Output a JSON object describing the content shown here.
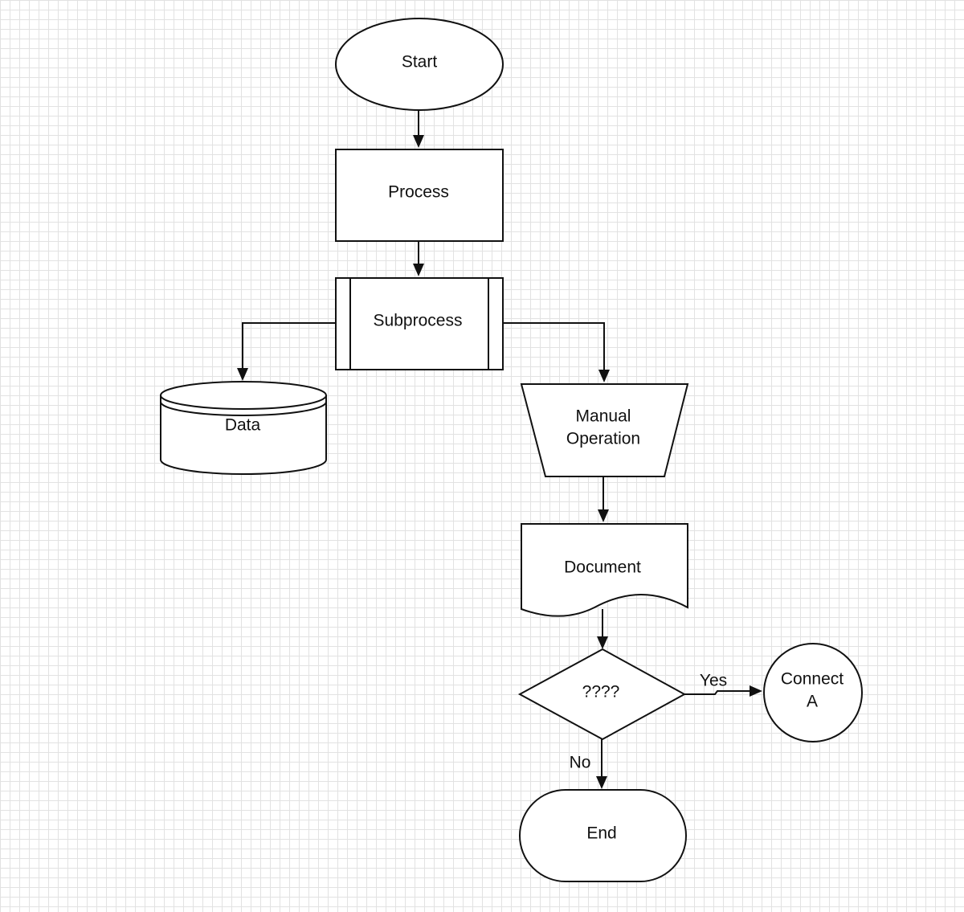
{
  "diagram": {
    "nodes": {
      "start": {
        "label": "Start"
      },
      "process": {
        "label": "Process"
      },
      "subprocess": {
        "label": "Subprocess"
      },
      "data": {
        "label": "Data"
      },
      "manual": {
        "line1": "Manual",
        "line2": "Operation"
      },
      "document": {
        "label": "Document"
      },
      "decision": {
        "label": "????"
      },
      "connector": {
        "line1": "Connect",
        "line2": "A"
      },
      "end": {
        "label": "End"
      }
    },
    "edges": {
      "yes_label": "Yes",
      "no_label": "No"
    }
  }
}
